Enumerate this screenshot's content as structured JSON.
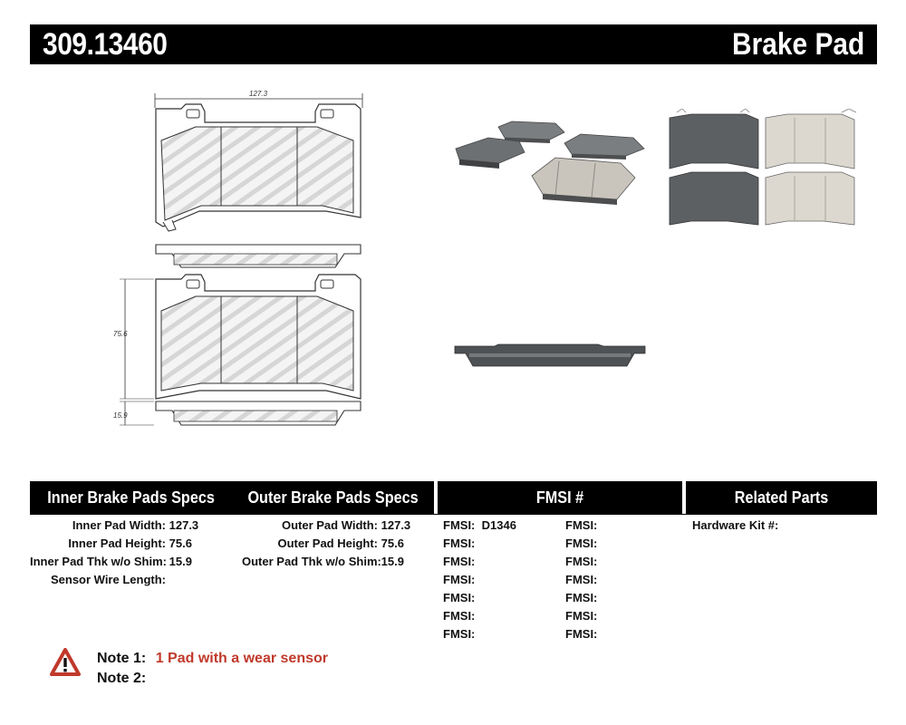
{
  "header": {
    "part_number": "309.13460",
    "product_type": "Brake Pad"
  },
  "drawing": {
    "width_dim": "127.3",
    "height_dim": "75.6",
    "thickness_dim": "15.9"
  },
  "sections": {
    "inner_title": "Inner Brake Pads Specs",
    "outer_title": "Outer Brake Pads Specs",
    "fmsi_title": "FMSI #",
    "related_title": "Related Parts"
  },
  "inner_specs": [
    {
      "label": "Inner Pad Width:",
      "value": "127.3"
    },
    {
      "label": "Inner Pad Height:",
      "value": "75.6"
    },
    {
      "label": "Inner Pad Thk w/o Shim:",
      "value": "15.9"
    },
    {
      "label": "Sensor Wire Length:",
      "value": ""
    }
  ],
  "outer_specs": [
    {
      "label": "Outer Pad Width:",
      "value": "127.3"
    },
    {
      "label": "Outer Pad Height:",
      "value": "75.6"
    },
    {
      "label": "Outer Pad Thk w/o Shim:",
      "value": "15.9"
    }
  ],
  "fmsi_left": [
    {
      "label": "FMSI:",
      "value": "D1346"
    },
    {
      "label": "FMSI:",
      "value": ""
    },
    {
      "label": "FMSI:",
      "value": ""
    },
    {
      "label": "FMSI:",
      "value": ""
    },
    {
      "label": "FMSI:",
      "value": ""
    },
    {
      "label": "FMSI:",
      "value": ""
    },
    {
      "label": "FMSI:",
      "value": ""
    }
  ],
  "fmsi_right": [
    {
      "label": "FMSI:",
      "value": ""
    },
    {
      "label": "FMSI:",
      "value": ""
    },
    {
      "label": "FMSI:",
      "value": ""
    },
    {
      "label": "FMSI:",
      "value": ""
    },
    {
      "label": "FMSI:",
      "value": ""
    },
    {
      "label": "FMSI:",
      "value": ""
    },
    {
      "label": "FMSI:",
      "value": ""
    }
  ],
  "related": {
    "hardware_kit_label": "Hardware Kit #:",
    "hardware_kit_value": ""
  },
  "notes": {
    "note1_label": "Note 1:",
    "note1_text": "1 Pad with a wear sensor",
    "note2_label": "Note 2:",
    "note2_text": ""
  },
  "colors": {
    "header_bg": "#000000",
    "warning_red": "#c0392b",
    "pad_gray": "#6f7275",
    "pad_light": "#d9d6cf"
  },
  "icons": {
    "warning": "warning-triangle-icon"
  }
}
